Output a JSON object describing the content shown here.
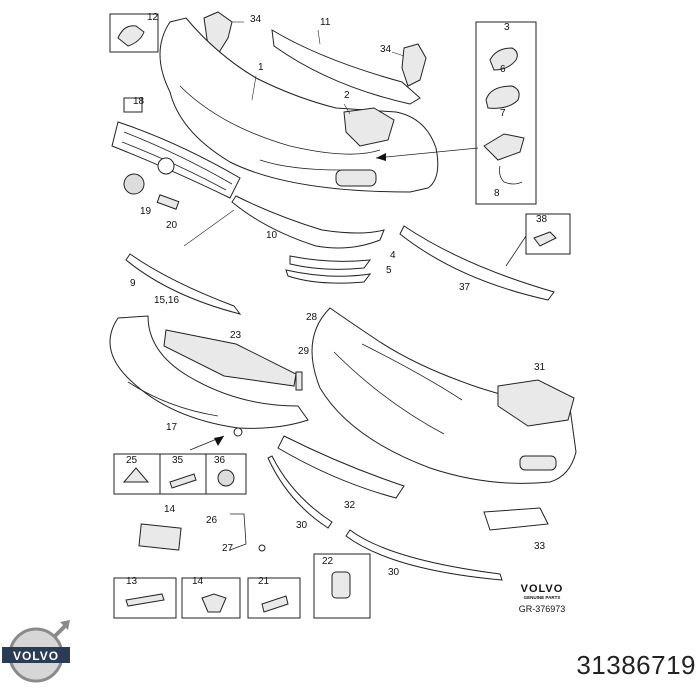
{
  "callouts": [
    "12",
    "34",
    "11",
    "1",
    "3",
    "6",
    "7",
    "2",
    "8",
    "34",
    "18",
    "19",
    "20",
    "10",
    "9",
    "4",
    "5",
    "38",
    "37",
    "15,16",
    "23",
    "28",
    "29",
    "31",
    "17",
    "25",
    "35",
    "36",
    "14",
    "26",
    "30",
    "32",
    "27",
    "22",
    "30",
    "33",
    "13",
    "14",
    "21"
  ],
  "brand": {
    "wordmark": "VOLVO",
    "sub": "GENUINE PARTS",
    "reference": "GR-376973"
  },
  "logo": {
    "text": "VOLVO"
  },
  "part_number": "31386719"
}
